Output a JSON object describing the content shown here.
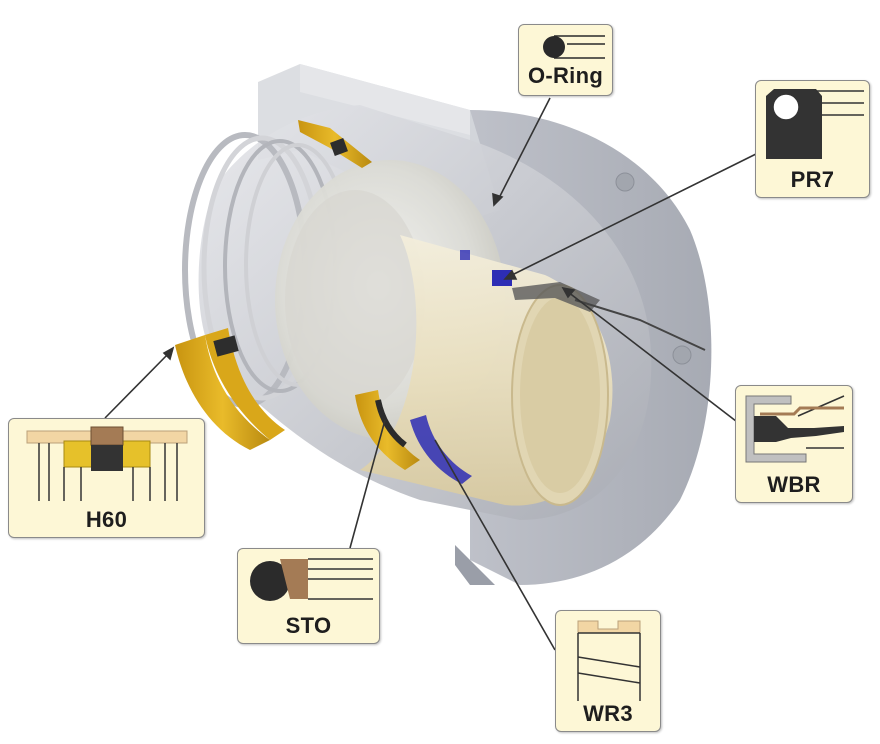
{
  "callouts": {
    "oring": {
      "label": "O-Ring",
      "icon": "o-ring-profile-icon"
    },
    "pr7": {
      "label": "PR7",
      "icon": "pr7-profile-icon"
    },
    "wbr": {
      "label": "WBR",
      "icon": "wbr-profile-icon"
    },
    "h60": {
      "label": "H60",
      "icon": "h60-profile-icon"
    },
    "sto": {
      "label": "STO",
      "icon": "sto-profile-icon"
    },
    "wr3": {
      "label": "WR3",
      "icon": "wr3-profile-icon"
    }
  },
  "colors": {
    "callout_bg": "#fdf7d6",
    "callout_border": "#8a8a8a",
    "housing": "#c4c6cc",
    "seal_yellow": "#e6b820",
    "seal_brown": "#a47b55",
    "seal_dark": "#333333",
    "wear_ring_tan": "#f2d6a4",
    "blue_seal": "#2d2db5",
    "leader_line": "#333333"
  }
}
